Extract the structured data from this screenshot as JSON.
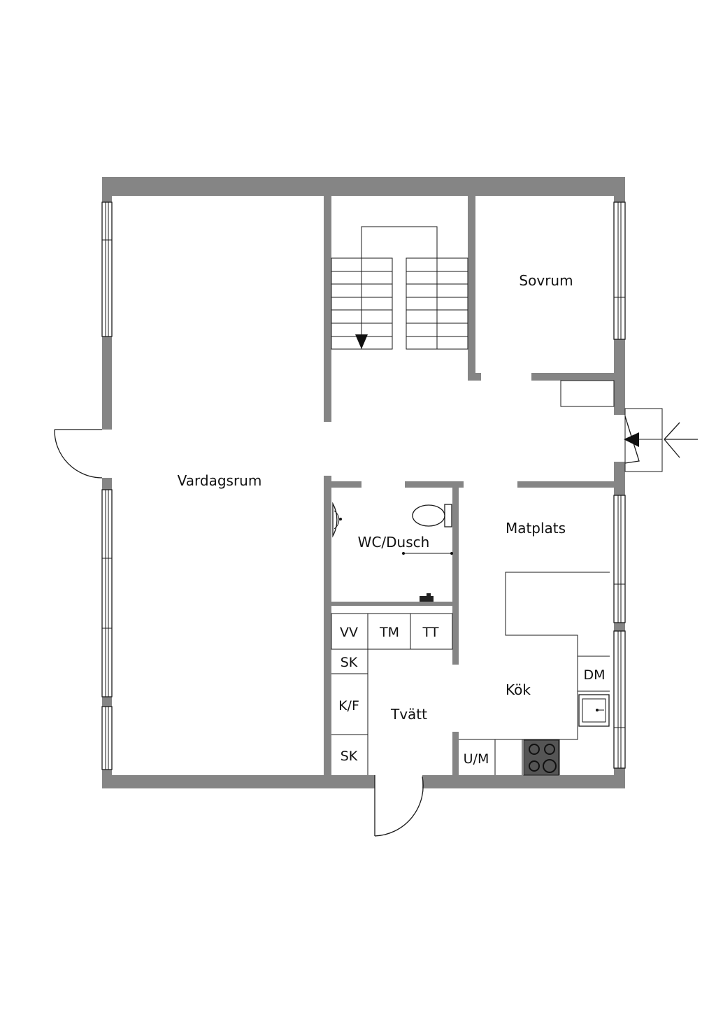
{
  "colors": {
    "wall": "#858585",
    "line": "#1a1a1a",
    "background": "#ffffff",
    "stove": "#555555"
  },
  "rooms": {
    "vardagsrum": "Vardagsrum",
    "sovrum": "Sovrum",
    "wc_dusch": "WC/Dusch",
    "matplats": "Matplats",
    "kok": "Kök",
    "tvatt": "Tvätt"
  },
  "fixtures": {
    "vv": "VV",
    "tm": "TM",
    "tt": "TT",
    "sk_top": "SK",
    "kf": "K/F",
    "sk_bottom": "SK",
    "um": "U/M",
    "dm": "DM"
  },
  "icons": {
    "stair_arrow": "triangle-down-icon",
    "entry_arrow": "triangle-left-icon",
    "entrance_marker": "entrance-arrow-icon",
    "stove": "stove-icon",
    "sink": "sink-icon",
    "toilet": "toilet-icon",
    "washbasin": "washbasin-icon"
  }
}
